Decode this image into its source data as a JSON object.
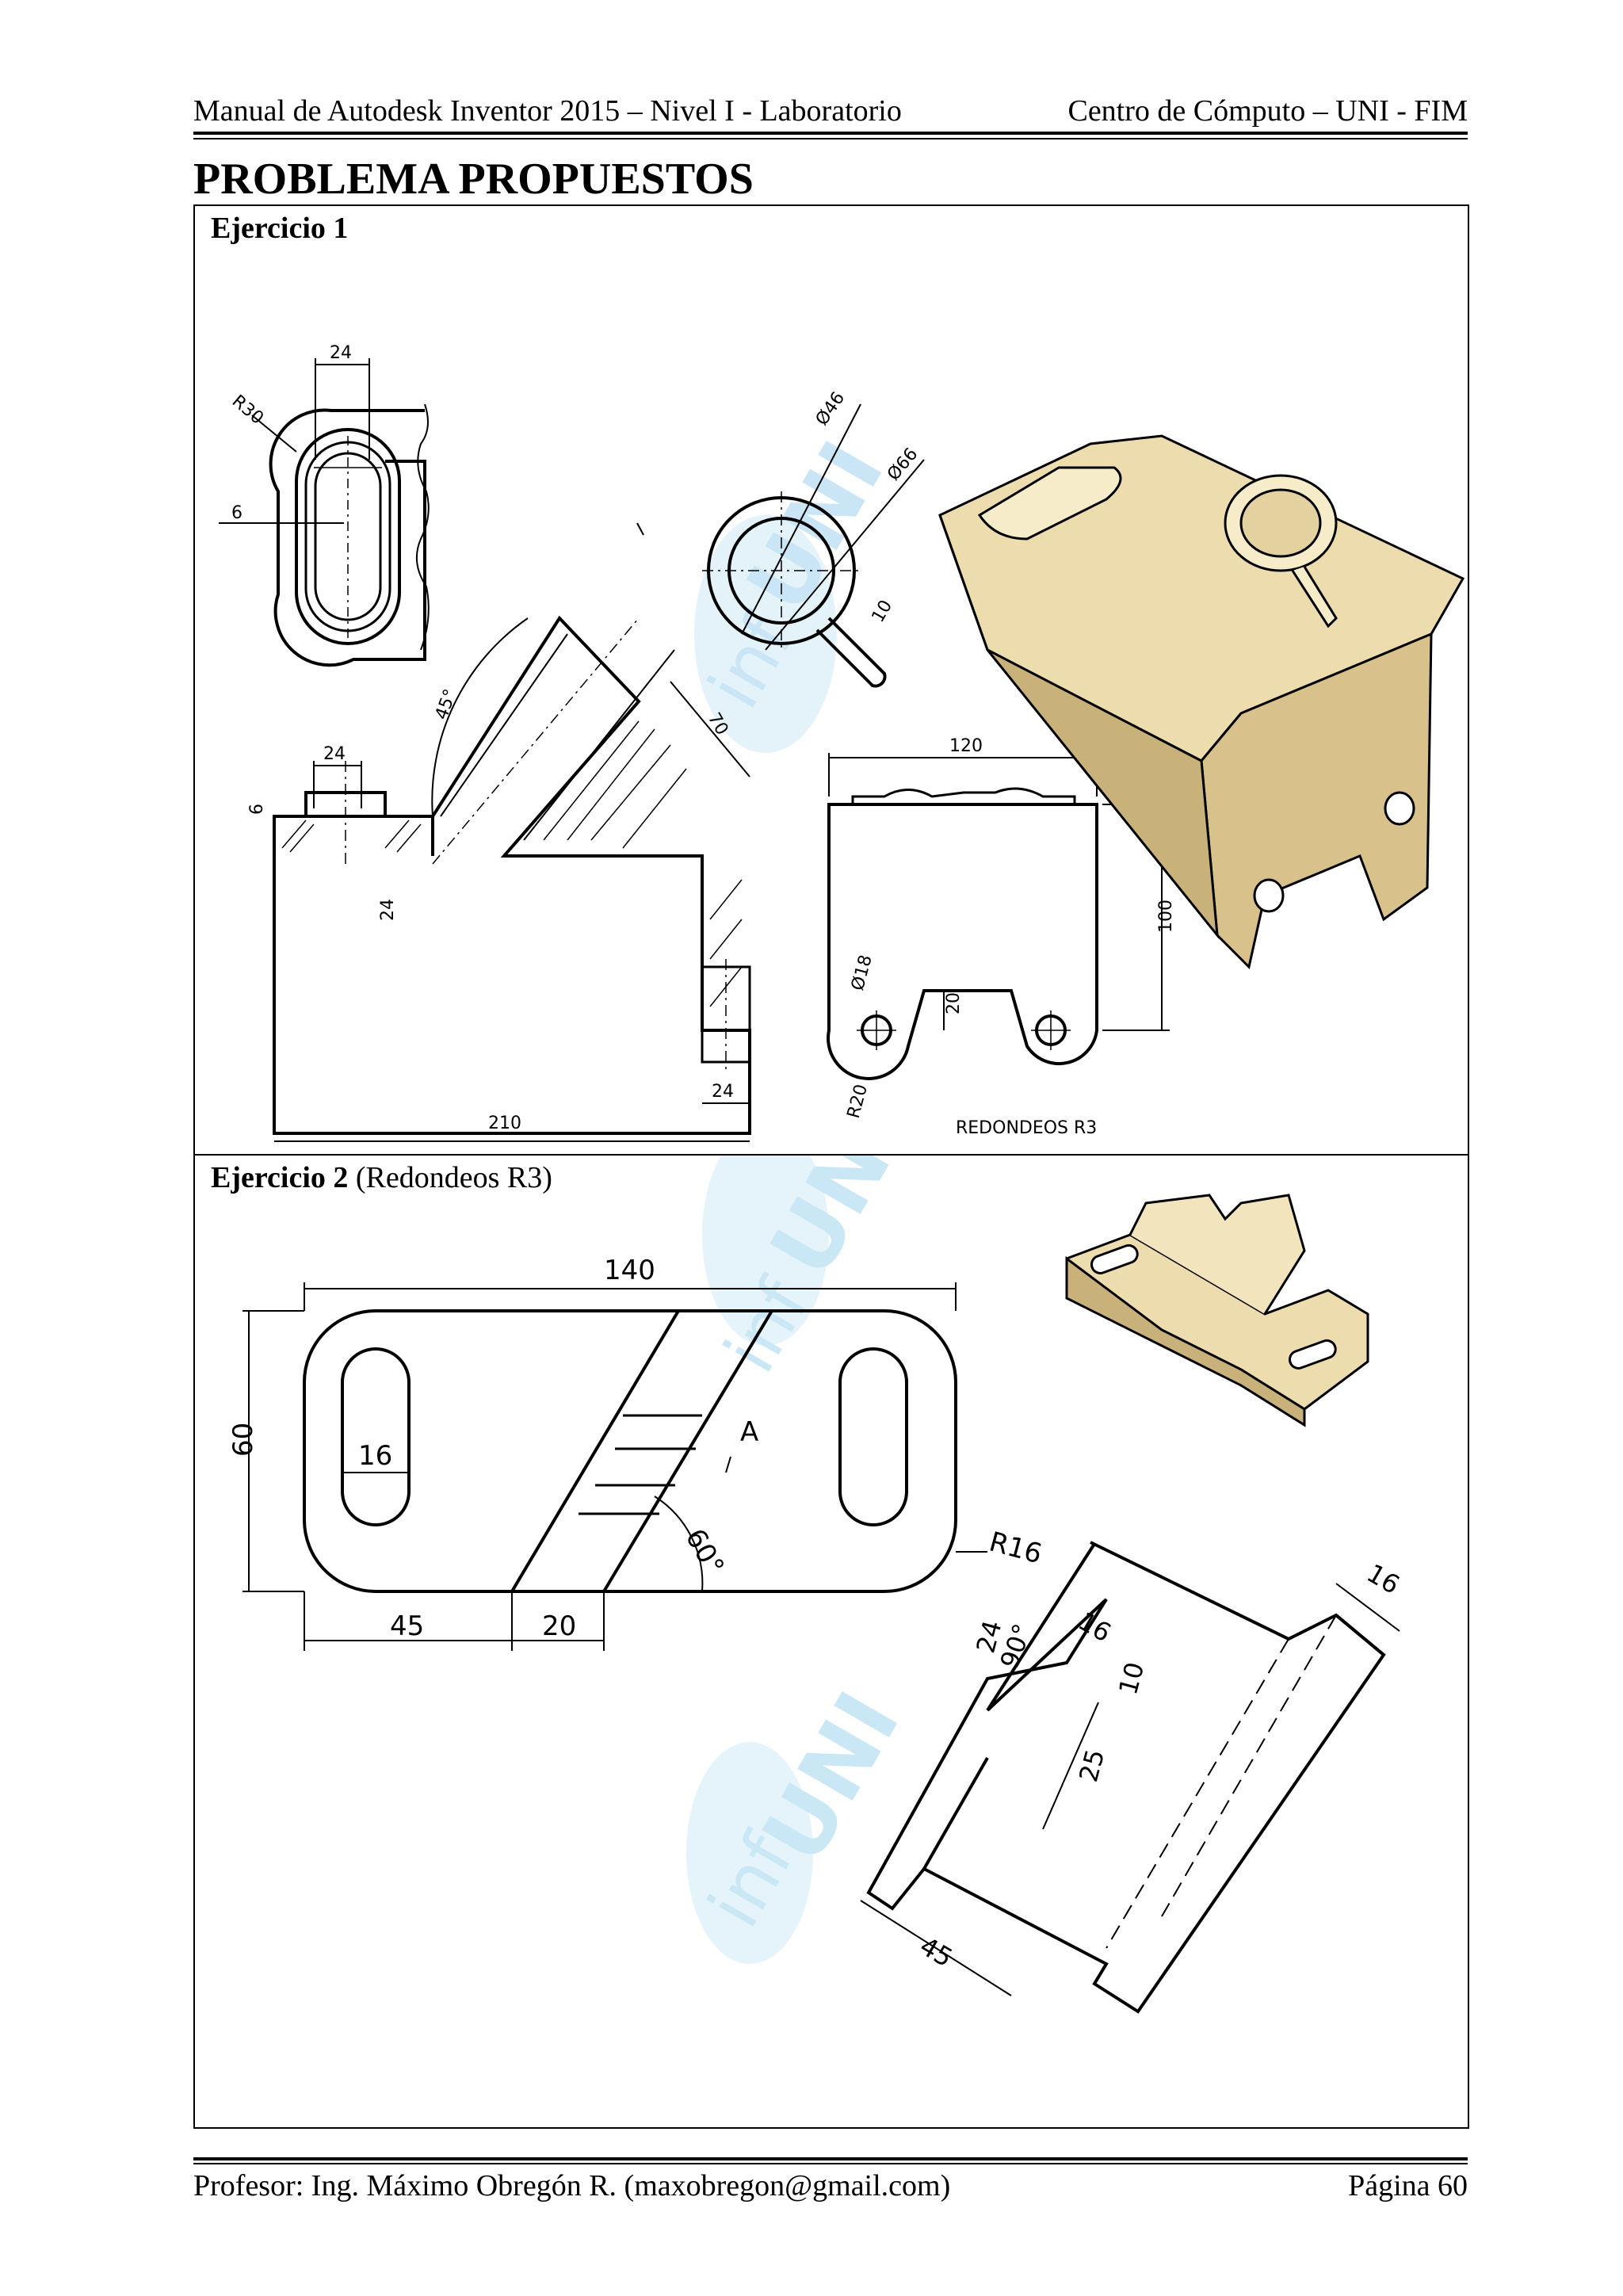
{
  "header": {
    "left": "Manual de Autodesk Inventor 2015 – Nivel I - Laboratorio",
    "right": "Centro de Cómputo – UNI - FIM"
  },
  "page_title": "PROBLEMA PROPUESTOS",
  "exercise1": {
    "label": "Ejercicio 1",
    "note": "",
    "dimensions": {
      "d24_top": "24",
      "r30": "R30",
      "d6_slot": "6",
      "d46": "Ø46",
      "d66": "Ø66",
      "d10": "10",
      "d45deg": "45°",
      "d70": "70",
      "d24_boss": "24",
      "d6_boss": "6",
      "d24_vert": "24",
      "d210": "210",
      "d24_bottom": "24",
      "d120": "120",
      "d100": "100",
      "d18": "Ø18",
      "d20": "20",
      "r20": "R20",
      "redondeos": "REDONDEOS R3"
    },
    "colors": {
      "solid": "#eddcae",
      "solid_shade": "#c9b27a",
      "outline": "#000000"
    }
  },
  "exercise2": {
    "label": "Ejercicio 2",
    "note": " (Redondeos R3)",
    "dimensions": {
      "d140": "140",
      "d60": "60",
      "d16_slot": "16",
      "label_a": "A",
      "d60deg": "60°",
      "r16": "R16",
      "d45": "45",
      "d20": "20",
      "d16_top": "16",
      "d24": "24",
      "d90deg": "90°",
      "d16_v": "16",
      "d10": "10",
      "d25": "25",
      "d45_iso": "45"
    }
  },
  "watermark": {
    "text_1": "inf",
    "text_2": "UNI",
    "color": "#9fd3ef"
  },
  "footer": {
    "left": "Profesor: Ing. Máximo Obregón R. (maxobregon@gmail.com)",
    "right": "Página 60"
  }
}
